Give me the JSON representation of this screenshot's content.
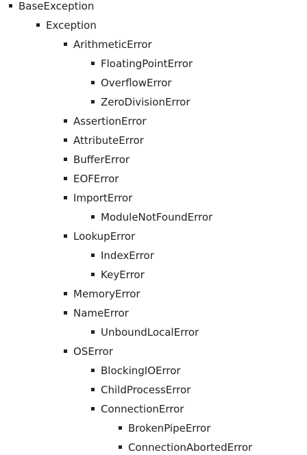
{
  "tree": [
    {
      "label": "BaseException",
      "depth": 0
    },
    {
      "label": "Exception",
      "depth": 1
    },
    {
      "label": "ArithmeticError",
      "depth": 2
    },
    {
      "label": "FloatingPointError",
      "depth": 3
    },
    {
      "label": "OverflowError",
      "depth": 3
    },
    {
      "label": "ZeroDivisionError",
      "depth": 3
    },
    {
      "label": "AssertionError",
      "depth": 2
    },
    {
      "label": "AttributeError",
      "depth": 2
    },
    {
      "label": "BufferError",
      "depth": 2
    },
    {
      "label": "EOFError",
      "depth": 2
    },
    {
      "label": "ImportError",
      "depth": 2
    },
    {
      "label": "ModuleNotFoundError",
      "depth": 3
    },
    {
      "label": "LookupError",
      "depth": 2
    },
    {
      "label": "IndexError",
      "depth": 3
    },
    {
      "label": "KeyError",
      "depth": 3
    },
    {
      "label": "MemoryError",
      "depth": 2
    },
    {
      "label": "NameError",
      "depth": 2
    },
    {
      "label": "UnboundLocalError",
      "depth": 3
    },
    {
      "label": "OSError",
      "depth": 2
    },
    {
      "label": "BlockingIOError",
      "depth": 3
    },
    {
      "label": "ChildProcessError",
      "depth": 3
    },
    {
      "label": "ConnectionError",
      "depth": 3
    },
    {
      "label": "BrokenPipeError",
      "depth": 4
    },
    {
      "label": "ConnectionAbortedError",
      "depth": 4
    }
  ]
}
